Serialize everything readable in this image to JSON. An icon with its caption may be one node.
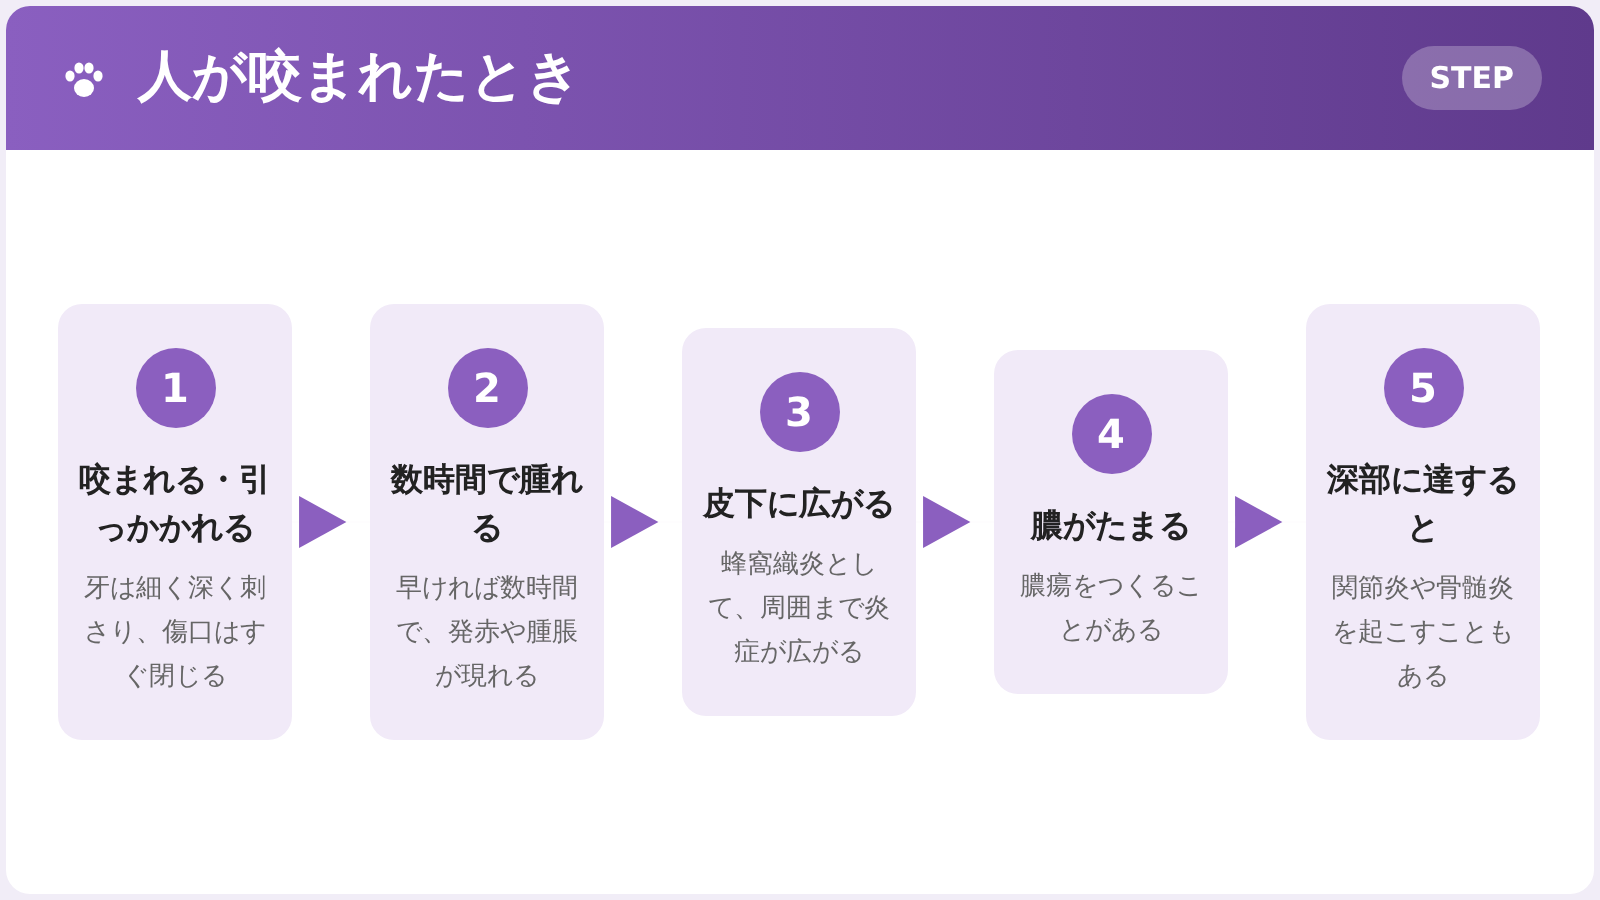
{
  "diagram": {
    "title": "人が咬まれたとき",
    "nodes": [
      {
        "text": [
          "1",
          "咬まれる・引っかかれる",
          "牙は細く深く刺さり、傷口はすぐ閉じる"
        ]
      },
      {
        "text": [
          "2",
          "数時間で腫れる",
          "早ければ数時間で、発赤や腫脹が現れる"
        ]
      },
      {
        "text": [
          "3",
          "皮下に広がる",
          "蜂窩織炎として、周囲まで炎症が広がる"
        ]
      },
      {
        "text": [
          "4",
          "膿がたまる",
          "膿瘍をつくることがある"
        ]
      },
      {
        "text": [
          "5",
          "深部に達すると",
          "関節炎や骨髄炎を起こすこともある"
        ]
      }
    ],
    "edges": [
      {
        "from": 0,
        "to": 1,
        "arrow": "to"
      },
      {
        "from": 1,
        "to": 2,
        "arrow": "to"
      },
      {
        "from": 2,
        "to": 3,
        "arrow": "to"
      },
      {
        "from": 3,
        "to": 4,
        "arrow": "to"
      }
    ],
    "labels": [
      "STEP"
    ]
  }
}
